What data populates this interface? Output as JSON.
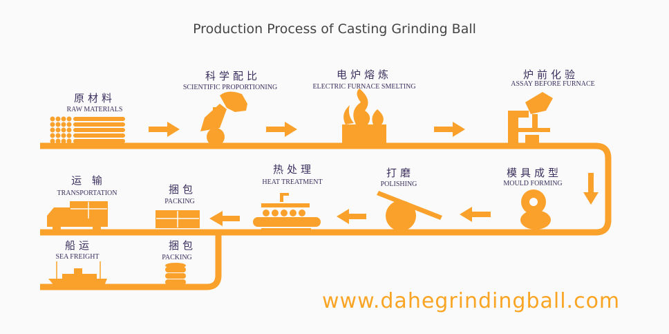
{
  "title": "Production Process of Casting Grinding Ball",
  "website": "www.dahegrindingball.com",
  "colors": {
    "accent": "#f9a12b",
    "text": "#3b2f5e"
  },
  "steps": [
    {
      "cn": "原材料",
      "en": "RAW MATERIALS"
    },
    {
      "cn": "科学配比",
      "en": "SCIENTIFIC PROPORTIONING"
    },
    {
      "cn": "电炉熔炼",
      "en": "ELECTRIC FURNACE SMELTING"
    },
    {
      "cn": "炉前化验",
      "en": "ASSAY BEFORE FURNACE"
    },
    {
      "cn": "模具成型",
      "en": "MOULD FORMING"
    },
    {
      "cn": "打磨",
      "en": "POLISHING"
    },
    {
      "cn": "热处理",
      "en": "HEAT TREATMENT"
    },
    {
      "cn": "捆包",
      "en": "PACKING"
    },
    {
      "cn": "运 输",
      "en": "TRANSPORTATION"
    },
    {
      "cn": "船运",
      "en": "SEA FREIGHT"
    },
    {
      "cn": "捆包",
      "en": "PACKING"
    }
  ]
}
